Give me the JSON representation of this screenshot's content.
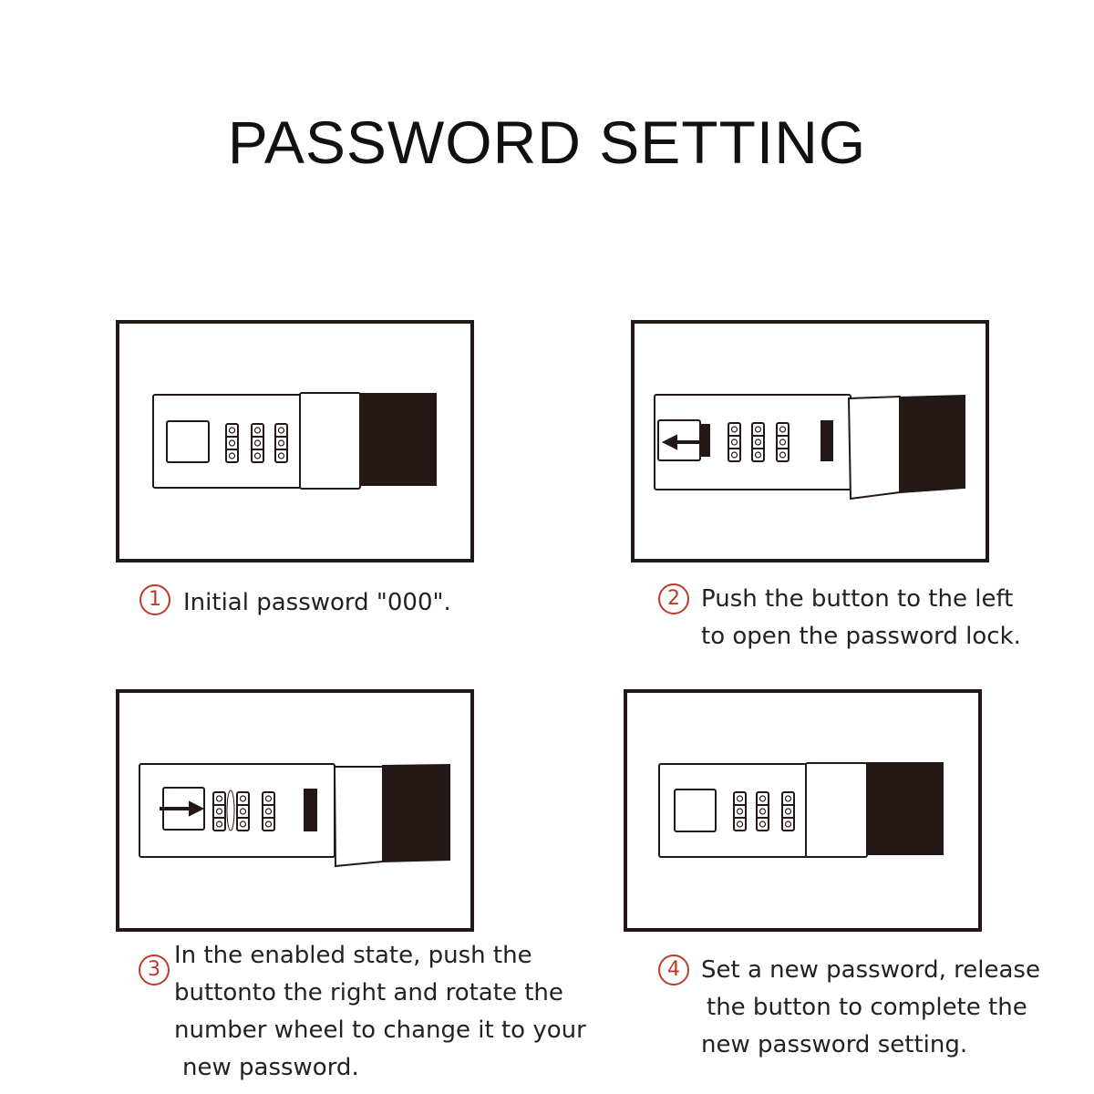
{
  "title": "PASSWORD SETTING",
  "colors": {
    "accent": "#c0392b",
    "ink": "#231816"
  },
  "steps": [
    {
      "number": "1",
      "lines": [
        "Initial password \"000\"."
      ]
    },
    {
      "number": "2",
      "lines": [
        "Push the button to the left",
        "to open the password lock."
      ]
    },
    {
      "number": "3",
      "lines": [
        "In the enabled state, push the",
        "buttonto the right and rotate the",
        "number wheel to change it to your",
        "new password."
      ]
    },
    {
      "number": "4",
      "lines": [
        "Set a new password, release",
        "the button to complete the",
        "new password setting."
      ]
    }
  ]
}
